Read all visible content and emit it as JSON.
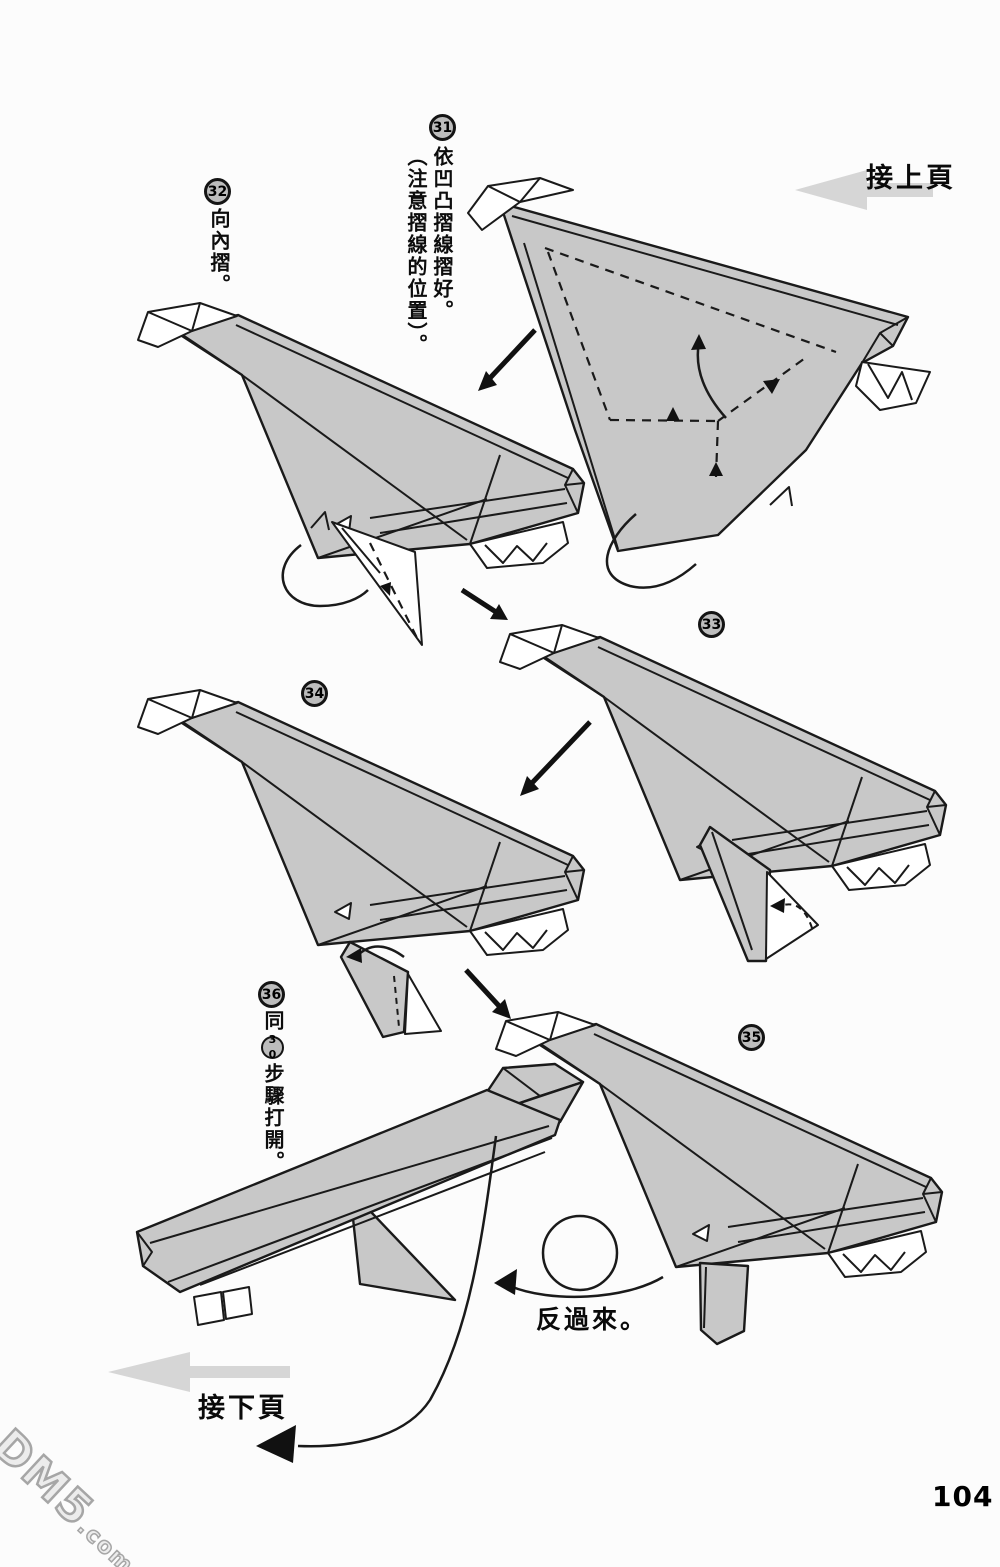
{
  "page": {
    "number": "104"
  },
  "watermark": {
    "name": "DM5",
    "suffix": ".com"
  },
  "nav": {
    "prev_label": "接上頁",
    "next_label": "接下頁"
  },
  "steps": {
    "s31": {
      "num": "31",
      "text_col1": "依凹凸摺線摺好。",
      "text_col2": "（注意摺線的位置）。"
    },
    "s32": {
      "num": "32",
      "text": "向內摺。"
    },
    "s33": {
      "num": "33"
    },
    "s34": {
      "num": "34"
    },
    "s35": {
      "num": "35"
    },
    "s36": {
      "num": "36",
      "text_pre": "同",
      "ref_num": "30",
      "text_post": "步驟打開。"
    }
  },
  "annotations": {
    "flip_label": "反過來。"
  },
  "icons": {
    "prev_page_arrow": "left-gray-arrow",
    "next_page_arrow": "left-gray-arrow",
    "flip_over_arrow": "loop-left-arrow",
    "step_flow_arrows": "black-diagonal-arrow"
  },
  "colors": {
    "paper": "#fcfcfc",
    "origami_gray": "#c8c8c8",
    "ink": "#1a1a1a",
    "nav_arrow_gray": "#d6d6d6"
  }
}
